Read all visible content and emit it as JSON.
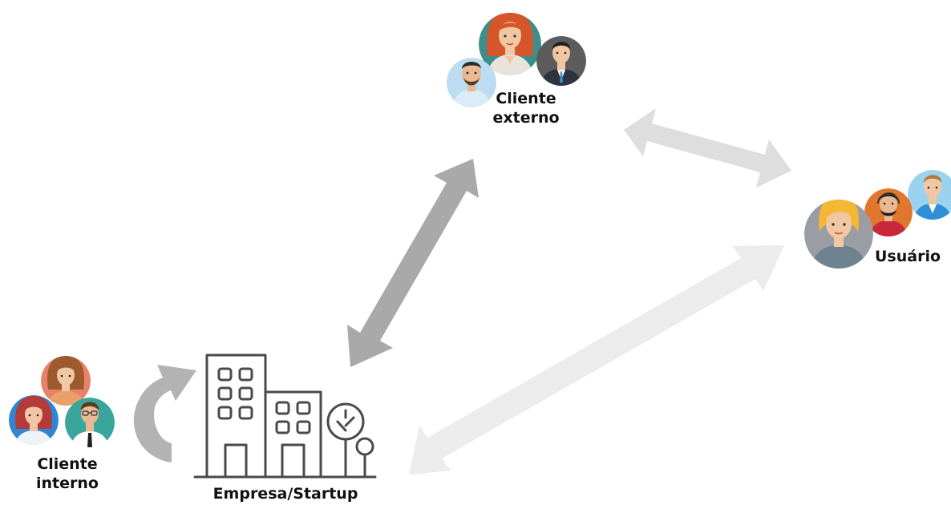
{
  "nodes": {
    "cliente_externo": {
      "line1": "Cliente",
      "line2": "externo"
    },
    "usuario": {
      "label": "Usuário"
    },
    "cliente_interno": {
      "line1": "Cliente",
      "line2": "interno"
    },
    "empresa": {
      "label": "Empresa/Startup"
    }
  },
  "colors": {
    "arrow_dark": "#a9a9a9",
    "arrow_light": "#dedede",
    "arrow_lighter": "#ececec",
    "building_stroke": "#4a4a4a",
    "text": "#111111"
  }
}
